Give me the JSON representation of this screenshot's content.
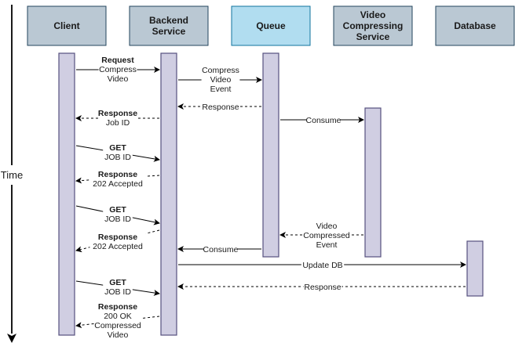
{
  "colors": {
    "participant_fill": "#bac8d3",
    "participant_stroke": "#23445d",
    "queue_fill": "#b1ddf0",
    "queue_stroke": "#10739e",
    "activation_fill": "#d0cee2",
    "activation_stroke": "#56517e",
    "line": "#000000"
  },
  "axis": {
    "label": "Time"
  },
  "participants": [
    {
      "id": "client",
      "lines": [
        "Client"
      ]
    },
    {
      "id": "backend",
      "lines": [
        "Backend",
        "Service"
      ]
    },
    {
      "id": "queue",
      "lines": [
        "Queue"
      ]
    },
    {
      "id": "compressor",
      "lines": [
        "Video",
        "Compressing",
        "Service"
      ]
    },
    {
      "id": "database",
      "lines": [
        "Database"
      ]
    }
  ],
  "messages": [
    {
      "from": "client",
      "to": "backend",
      "style": "solid",
      "lines": [
        "Request",
        "Compress",
        "Video"
      ],
      "bold_first": true
    },
    {
      "from": "backend",
      "to": "queue",
      "style": "solid",
      "lines": [
        "Compress",
        "Video",
        "Event"
      ],
      "bold_first": false
    },
    {
      "from": "queue",
      "to": "backend",
      "style": "dashed",
      "lines": [
        "Response"
      ],
      "bold_first": false
    },
    {
      "from": "backend",
      "to": "client",
      "style": "dashed",
      "lines": [
        "Response",
        "Job ID"
      ],
      "bold_first": true
    },
    {
      "from": "queue",
      "to": "compressor",
      "style": "solid",
      "lines": [
        "Consume"
      ],
      "bold_first": false
    },
    {
      "from": "client",
      "to": "backend",
      "style": "solid",
      "lines": [
        "GET",
        "JOB ID"
      ],
      "bold_first": true
    },
    {
      "from": "backend",
      "to": "client",
      "style": "dashed",
      "lines": [
        "Response",
        "202 Accepted"
      ],
      "bold_first": true
    },
    {
      "from": "client",
      "to": "backend",
      "style": "solid",
      "lines": [
        "GET",
        "JOB ID"
      ],
      "bold_first": true
    },
    {
      "from": "compressor",
      "to": "queue",
      "style": "dashed",
      "lines": [
        "Video",
        "Compressed",
        "Event"
      ],
      "bold_first": false
    },
    {
      "from": "backend",
      "to": "client",
      "style": "dashed",
      "lines": [
        "Response",
        "202 Accepted"
      ],
      "bold_first": true
    },
    {
      "from": "queue",
      "to": "backend",
      "style": "solid",
      "lines": [
        "Consume"
      ],
      "bold_first": false
    },
    {
      "from": "backend",
      "to": "database",
      "style": "solid",
      "lines": [
        "Update DB"
      ],
      "bold_first": false
    },
    {
      "from": "database",
      "to": "backend",
      "style": "dashed",
      "lines": [
        "Response"
      ],
      "bold_first": false
    },
    {
      "from": "client",
      "to": "backend",
      "style": "solid",
      "lines": [
        "GET",
        "JOB ID"
      ],
      "bold_first": true
    },
    {
      "from": "backend",
      "to": "client",
      "style": "dashed",
      "lines": [
        "Response",
        "200 OK",
        "Compressed",
        "Video"
      ],
      "bold_first": true
    }
  ]
}
